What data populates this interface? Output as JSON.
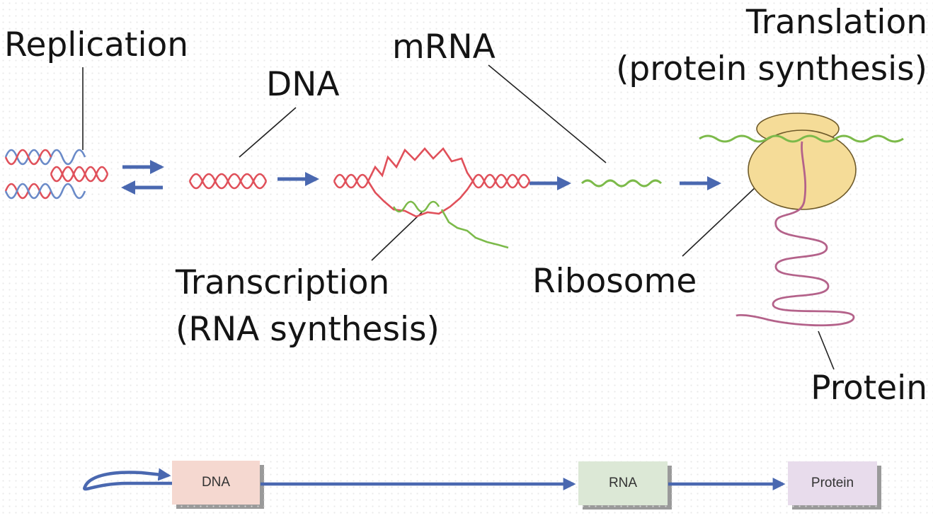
{
  "labels": {
    "replication": "Replication",
    "dna": "DNA",
    "mrna": "mRNA",
    "translation_line1": "Translation",
    "translation_line2": "(protein synthesis)",
    "transcription_line1": "Transcription",
    "transcription_line2": "(RNA synthesis)",
    "ribosome": "Ribosome",
    "protein": "Protein"
  },
  "flow_boxes": {
    "dna": "DNA",
    "rna": "RNA",
    "protein": "Protein"
  },
  "colors": {
    "dna_strand": "#e0505a",
    "dna_strand_alt": "#6a8ac8",
    "rna_strand": "#7cba4a",
    "protein_strand": "#b4628a",
    "ribosome": "#f5dc98",
    "arrow": "#4a68b0"
  }
}
